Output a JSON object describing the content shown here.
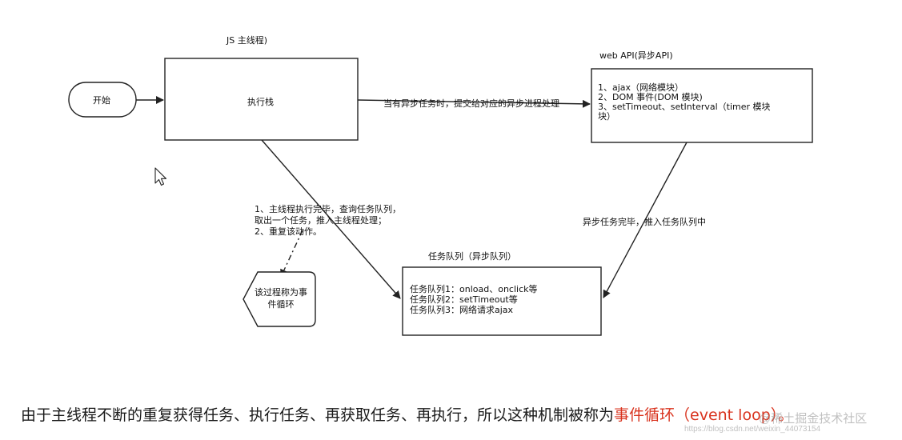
{
  "diagram": {
    "start_node": "开始",
    "main_thread_title": "JS 主线程)",
    "call_stack_label": "执行栈",
    "web_api_title": "web API(异步API)",
    "web_api_items": [
      "1、ajax（网络模块）",
      "2、DOM 事件(DOM 模块)",
      "3、setTimeout、setInterval（timer 模块",
      "块）"
    ],
    "submit_arrow_label": "当有异步任务时，提交给对应的异步进程处理",
    "complete_arrow_label": "异步任务完毕，推入任务队列中",
    "loop_note": [
      "1、主线程执行完毕，查询任务队列，",
      "取出一个任务，推入主线程处理；",
      "2、重复该动作。"
    ],
    "event_loop_node": [
      "该过程称为事",
      "件循环"
    ],
    "task_queue_title": "任务队列（异步队列）",
    "task_queue_items": [
      "任务队列1：onload、onclick等",
      "任务队列2：setTimeout等",
      "任务队列3：网络请求ajax"
    ]
  },
  "caption": {
    "text": "由于主线程不断的重复获得任务、执行任务、再获取任务、再执行，所以这种机制被称为",
    "highlight": "事件循环（event loop）。",
    "highlight_color": "#d9341f"
  },
  "watermark": {
    "text": "@稀土掘金技术社区",
    "url_text": "https://blog.csdn.net/weixin_44073154"
  }
}
